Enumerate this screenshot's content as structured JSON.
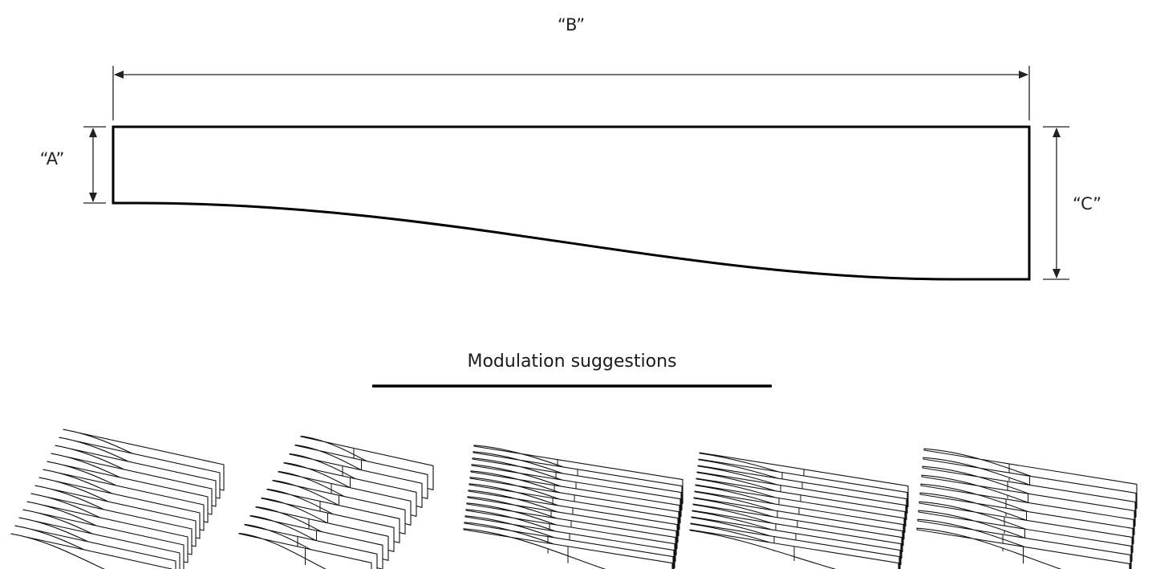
{
  "labels": {
    "a": "“A”",
    "b": "“B”",
    "c": "“C”"
  },
  "section": {
    "heading": "Modulation suggestions"
  },
  "colors": {
    "line": "#000000",
    "text": "#222222",
    "fill": "#ffffff"
  },
  "icons": [
    "panel-profile-drawing",
    "modulation-option-1",
    "modulation-option-2",
    "modulation-option-3",
    "modulation-option-4",
    "modulation-option-5"
  ]
}
